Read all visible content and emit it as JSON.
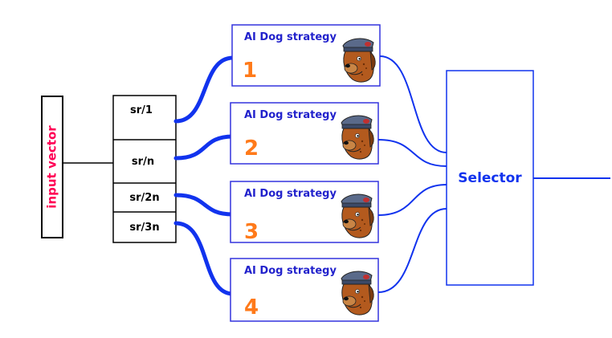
{
  "input": {
    "label": "input vector",
    "color": "#ff0055"
  },
  "rates": [
    "sr/1",
    "sr/n",
    "sr/2n",
    "sr/3n"
  ],
  "strategies": [
    {
      "title": "AI Dog strategy",
      "number": "1"
    },
    {
      "title": "AI Dog strategy",
      "number": "2"
    },
    {
      "title": "AI Dog strategy",
      "number": "3"
    },
    {
      "title": "AI Dog strategy",
      "number": "4"
    }
  ],
  "selector": {
    "label": "Selector"
  },
  "colors": {
    "box_border": "#3333dd",
    "title": "#2222cc",
    "number": "#ff7a1a",
    "wire": "#1133ee",
    "black": "#000000"
  },
  "icons": {
    "strategy": "dog-with-cap-icon"
  }
}
